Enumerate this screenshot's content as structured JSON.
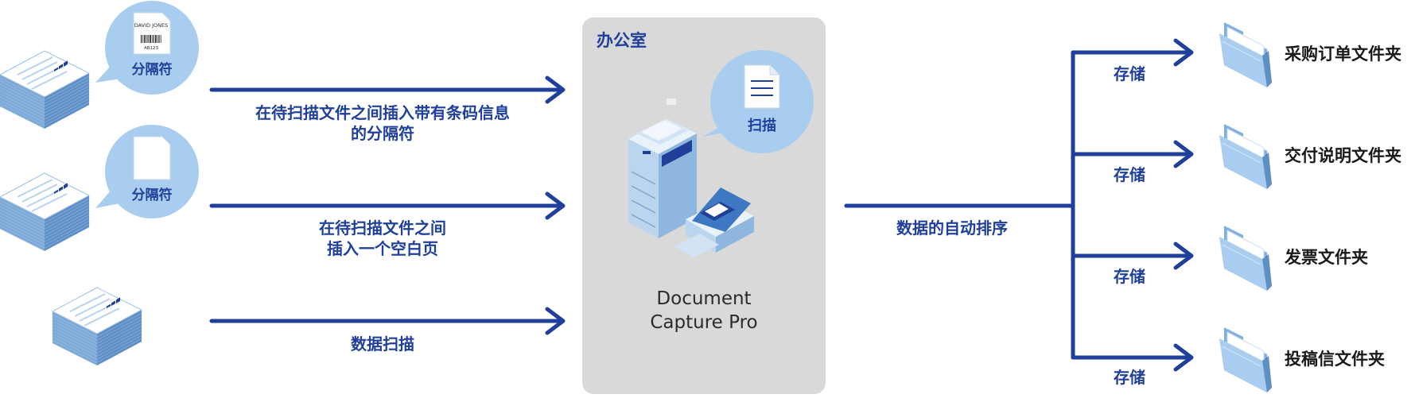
{
  "colors": {
    "accent": "#1f3f9a",
    "bubble": "#a9cdee",
    "office_bg": "#d9d9d9",
    "paper_blue": "#bcd7f2",
    "folder_blue": "#9fc6ea"
  },
  "inputs": [
    {
      "bubble_label": "分隔符",
      "bubble_icon": "barcode-sheet-icon",
      "barcode_name": "DAVID JONES",
      "barcode_code": "AB123",
      "arrow_lines": [
        "在待扫描文件之间插入带有条码信息",
        "的分隔符"
      ]
    },
    {
      "bubble_label": "分隔符",
      "bubble_icon": "blank-sheet-icon",
      "arrow_lines": [
        "在待扫描文件之间",
        "插入一个空白页"
      ]
    },
    {
      "arrow_lines": [
        "数据扫描"
      ]
    }
  ],
  "office": {
    "title": "办公室",
    "scan_label": "扫描",
    "product_lines": [
      "Document",
      "Capture Pro"
    ]
  },
  "sort_label": "数据的自动排序",
  "outputs": [
    {
      "store_label": "存储",
      "folder": "采购订单文件夹"
    },
    {
      "store_label": "存储",
      "folder": "交付说明文件夹"
    },
    {
      "store_label": "存储",
      "folder": "发票文件夹"
    },
    {
      "store_label": "存储",
      "folder": "投稿信文件夹"
    }
  ]
}
